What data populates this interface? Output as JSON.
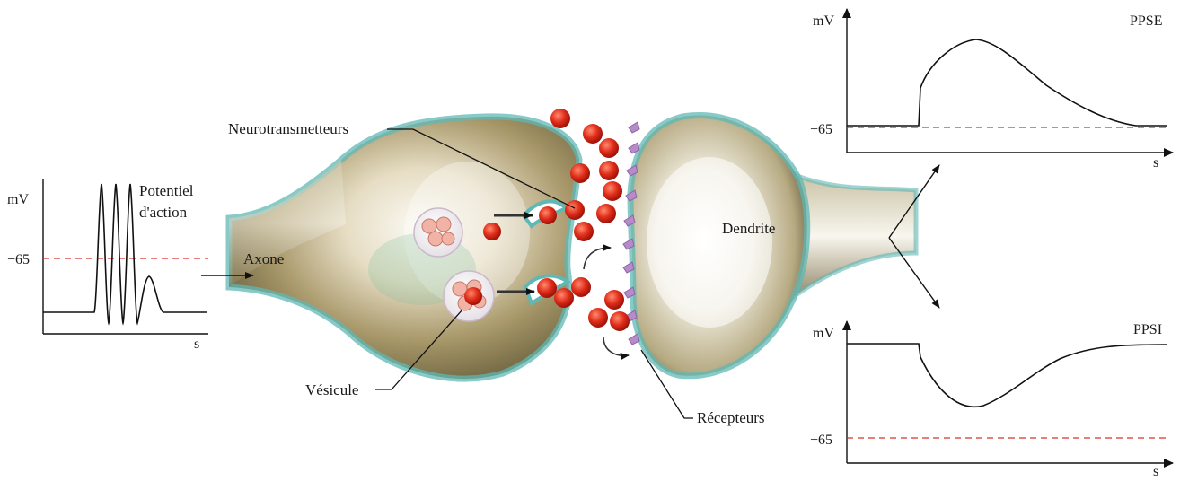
{
  "labels": {
    "neurotransmitters": "Neurotransmetteurs",
    "axon": "Axone",
    "dendrite": "Dendrite",
    "vesicle": "Vésicule",
    "receptors": "Récepteurs"
  },
  "action_potential_graph": {
    "y_unit": "mV",
    "x_unit": "s",
    "threshold_label": "−65",
    "title_line1": "Potentiel",
    "title_line2": "d'action"
  },
  "ppse_graph": {
    "title": "PPSE",
    "y_unit": "mV",
    "x_unit": "s",
    "threshold_label": "−65"
  },
  "ppsi_graph": {
    "title": "PPSI",
    "y_unit": "mV",
    "x_unit": "s",
    "threshold_label": "−65"
  },
  "colors": {
    "threshold_line": "#d9302a",
    "neurotransmitter": "#d8281a",
    "membrane": "#5fb8b4",
    "receptor": "#b58bc8",
    "terminal_body": "#9c8a5c"
  }
}
